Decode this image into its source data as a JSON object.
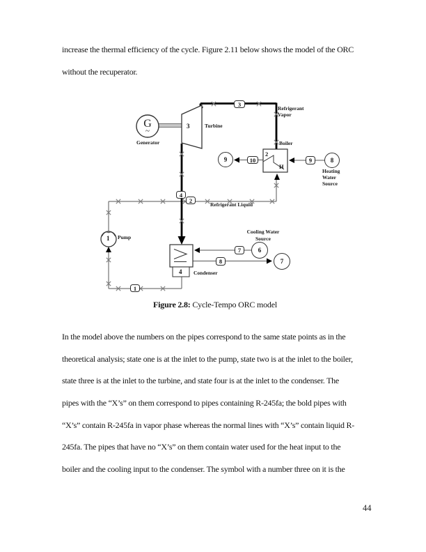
{
  "page_number": "44",
  "intro_paragraph": {
    "lines": [
      "increase the thermal efficiency of the cycle. Figure 2.11 below shows the model of the ORC",
      "without the recuperator."
    ]
  },
  "figure_caption": {
    "label": "Figure 2.8:",
    "title": " Cycle-Tempo ORC model"
  },
  "body_paragraph": {
    "lines": [
      "In the model above the numbers on the pipes correspond to the same state points as in the",
      "theoretical analysis; state one is at the inlet to the pump, state two is at the inlet to the boiler,",
      "state three is at the inlet to the turbine, and state four is at the inlet to the condenser. The",
      "pipes with the “X’s” on them correspond to pipes containing R-245fa; the bold pipes with",
      "“X’s” contain R-245fa in vapor phase whereas the normal lines with “X’s” contain liquid R-",
      "245fa. The pipes that have no “X’s” on them contain water used for the heat input to the",
      "boiler and the cooling input to the condenser. The symbol with a number three on it is the"
    ]
  },
  "diagram": {
    "generator": {
      "symbol": "G",
      "wave": "~",
      "label": "Generator"
    },
    "turbine": {
      "number": "3",
      "label": "Turbine"
    },
    "boiler": {
      "number": "2",
      "letter": "H",
      "label": "Boiler"
    },
    "condenser": {
      "number": "4",
      "label": "Condenser"
    },
    "pump": {
      "number": "1",
      "label": "Pump"
    },
    "pipe_numbers": {
      "vapor": "3",
      "turbine_out": "4",
      "liquid": "2",
      "condenser_out": "1",
      "boiler_water_out": "10",
      "boiler_water_in": "9",
      "cooling_in": "7",
      "cooling_out": "8"
    },
    "nodes": {
      "heating_sink": "9",
      "heating_source": "8",
      "cooling_source": "6",
      "cooling_sink": "7"
    },
    "labels": {
      "refrigerant_vapor_1": "Refrigerant",
      "refrigerant_vapor_2": "Vapor",
      "refrigerant_liquid": "Refrigerant Liquid",
      "cooling_1": "Cooling Water",
      "cooling_2": "Source",
      "heating_1": "Heating",
      "heating_2": "Water",
      "heating_3": "Source"
    },
    "colors": {
      "pipe_bold": "#000000",
      "pipe_thin": "#555555",
      "x_mark": "#808080"
    }
  }
}
